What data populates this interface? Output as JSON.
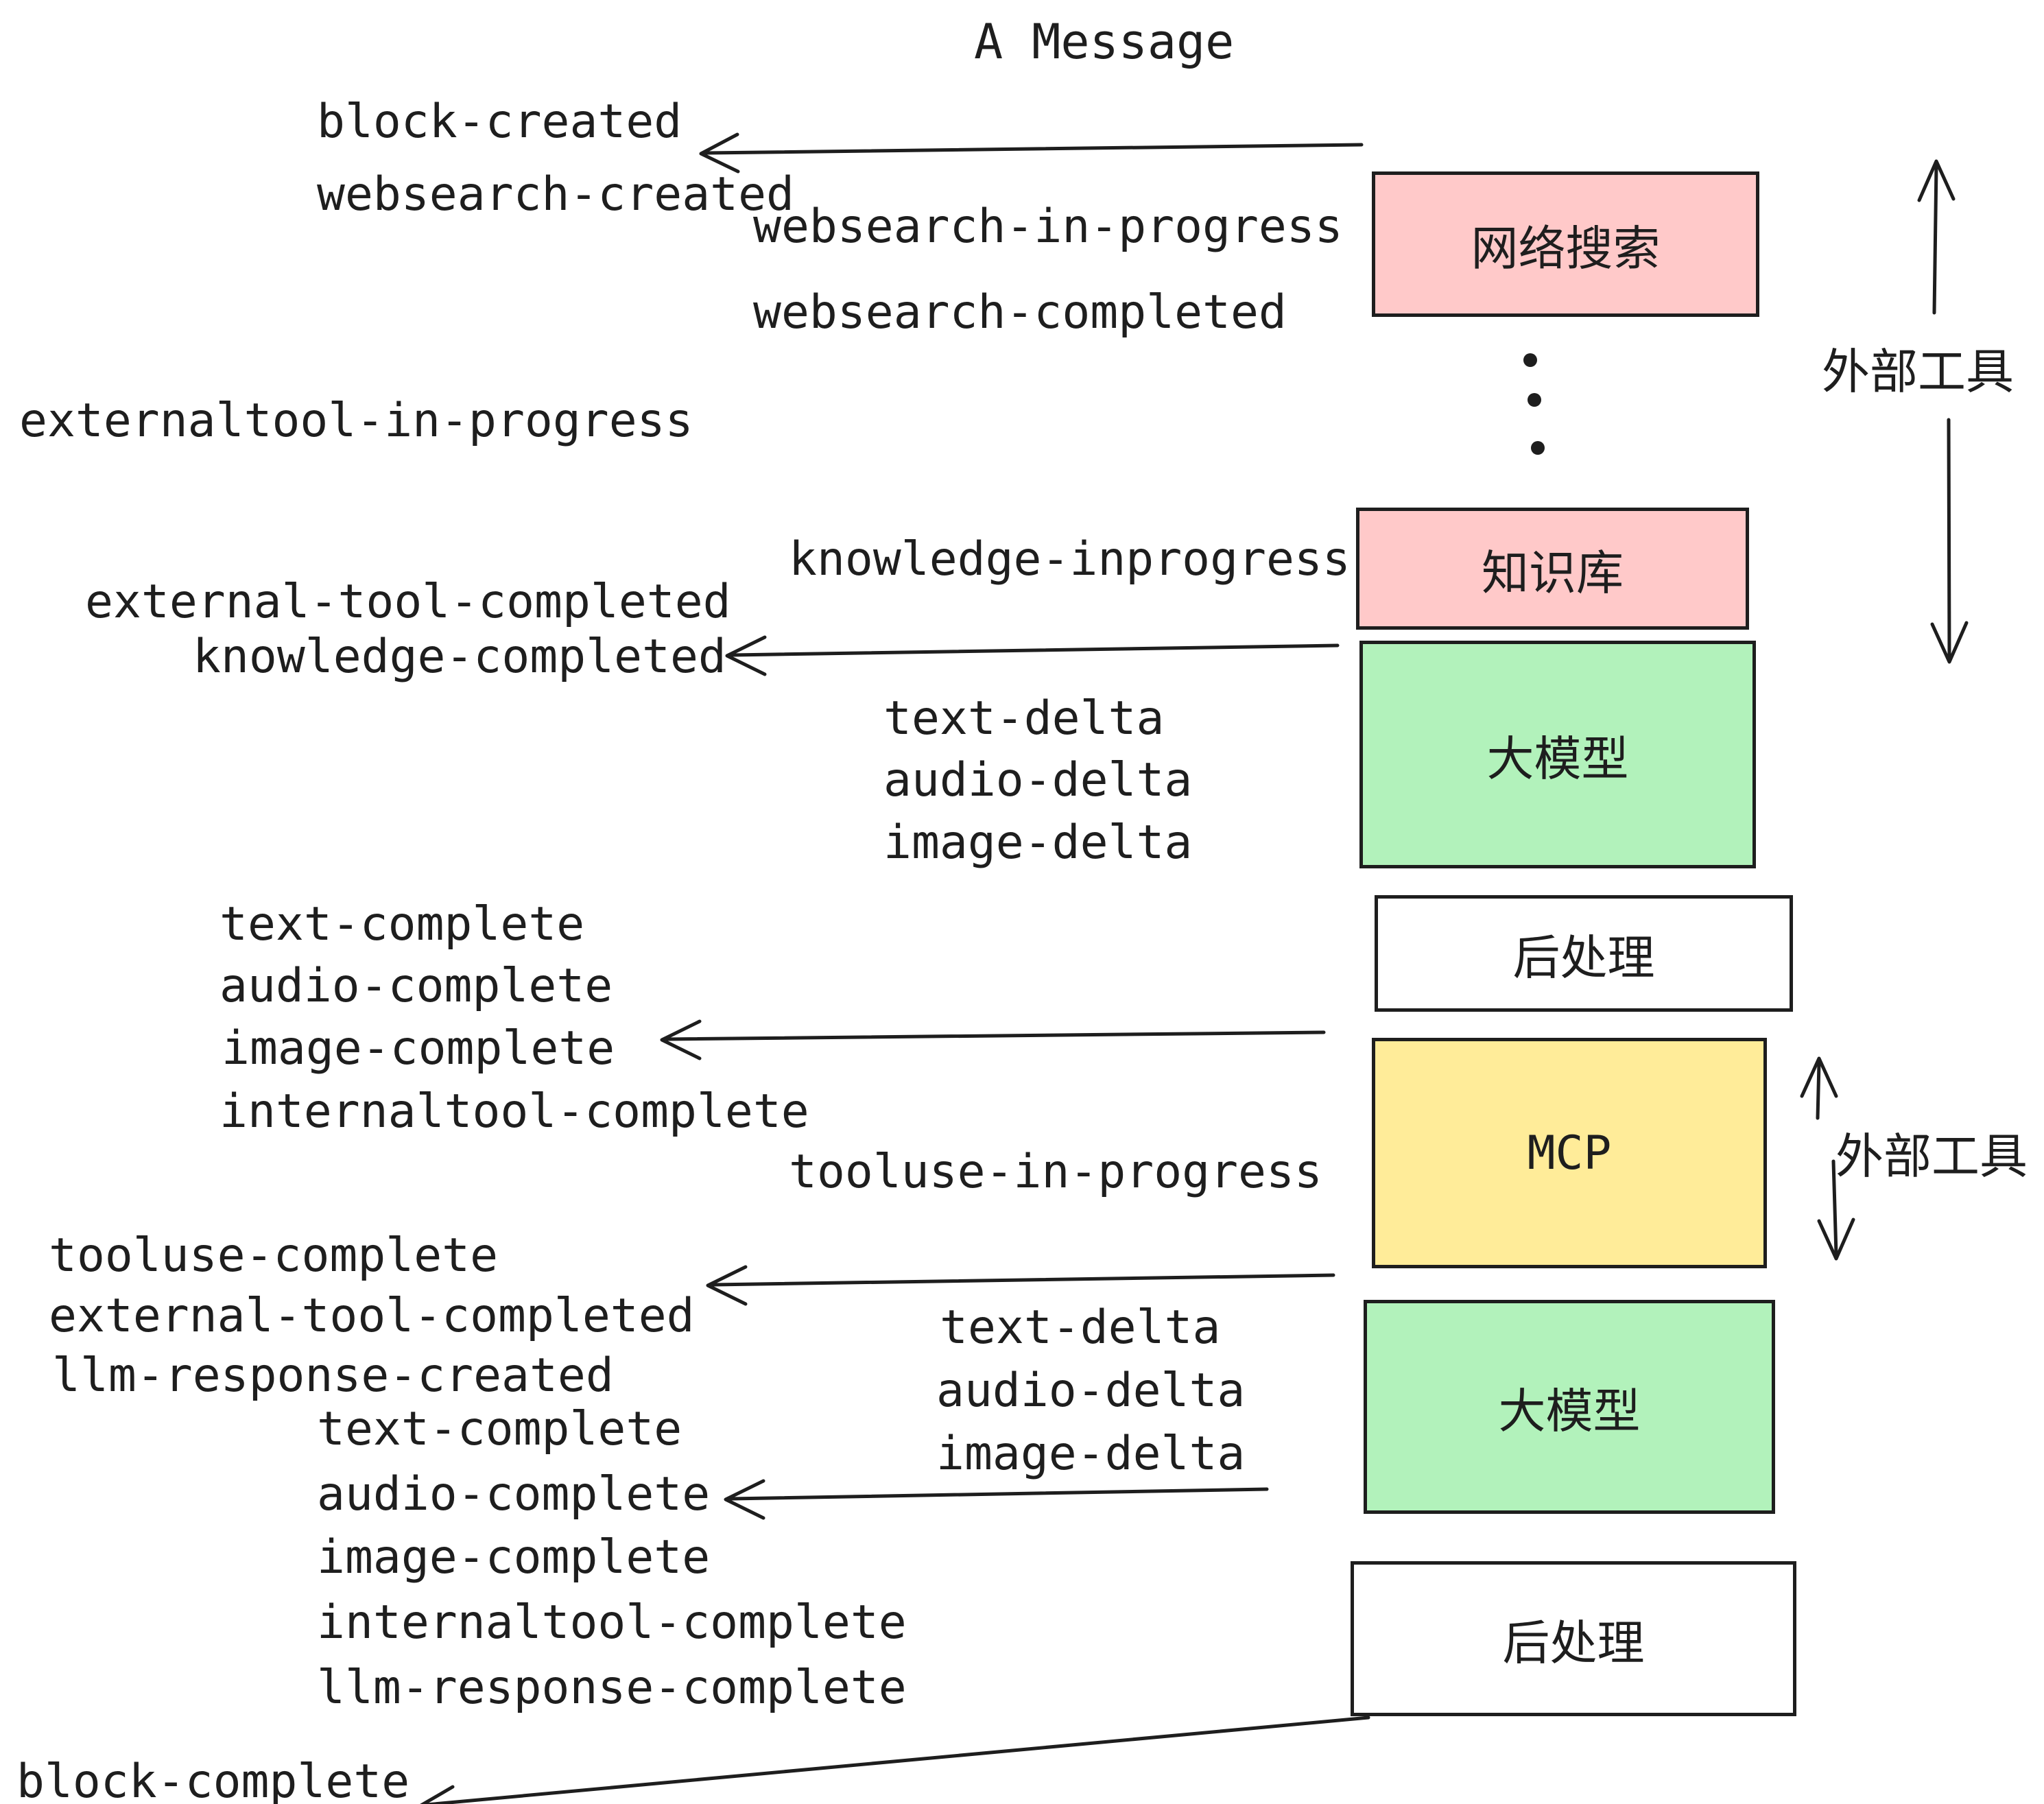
{
  "title": "A Message",
  "events": {
    "block_created": "block-created",
    "websearch_created": "websearch-created",
    "websearch_in_progress": "websearch-in-progress",
    "websearch_completed": "websearch-completed",
    "externaltool_in_progress": "externaltool-in-progress",
    "knowledge_inprogress": "knowledge-inprogress",
    "external_tool_completed_1": "external-tool-completed",
    "knowledge_completed": "knowledge-completed",
    "text_delta_1": "text-delta",
    "audio_delta_1": "audio-delta",
    "image_delta_1": "image-delta",
    "text_complete_1": "text-complete",
    "audio_complete_1": "audio-complete",
    "image_complete_1": "image-complete",
    "internaltool_complete_1": "internaltool-complete",
    "tooluse_in_progress": "tooluse-in-progress",
    "tooluse_complete": "tooluse-complete",
    "external_tool_completed_2": "external-tool-completed",
    "llm_response_created": "llm-response-created",
    "text_complete_2": "text-complete",
    "audio_complete_2": "audio-complete",
    "image_complete_2": "image-complete",
    "internaltool_complete_2": "internaltool-complete",
    "llm_response_complete": "llm-response-complete",
    "text_delta_2": "text-delta",
    "audio_delta_2": "audio-delta",
    "image_delta_2": "image-delta",
    "block_complete": "block-complete"
  },
  "boxes": {
    "websearch": {
      "label": "网络搜索",
      "fill": "#FFC9C9"
    },
    "knowledge": {
      "label": "知识库",
      "fill": "#FFC9C9"
    },
    "llm1": {
      "label": "大模型",
      "fill": "#B2F2BB"
    },
    "post1": {
      "label": "后处理",
      "fill": "#FFFFFF"
    },
    "mcp": {
      "label": "MCP",
      "fill": "#FFEC99"
    },
    "llm2": {
      "label": "大模型",
      "fill": "#B2F2BB"
    },
    "post2": {
      "label": "后处理",
      "fill": "#FFFFFF"
    }
  },
  "annotations": {
    "external_tools_top": "外部工具",
    "external_tools_mcp": "外部工具"
  },
  "colors": {
    "stroke": "#1e1e1e",
    "pink": "#FFC9C9",
    "green": "#B2F2BB",
    "yellow": "#FFEC99",
    "white": "#FFFFFF"
  }
}
